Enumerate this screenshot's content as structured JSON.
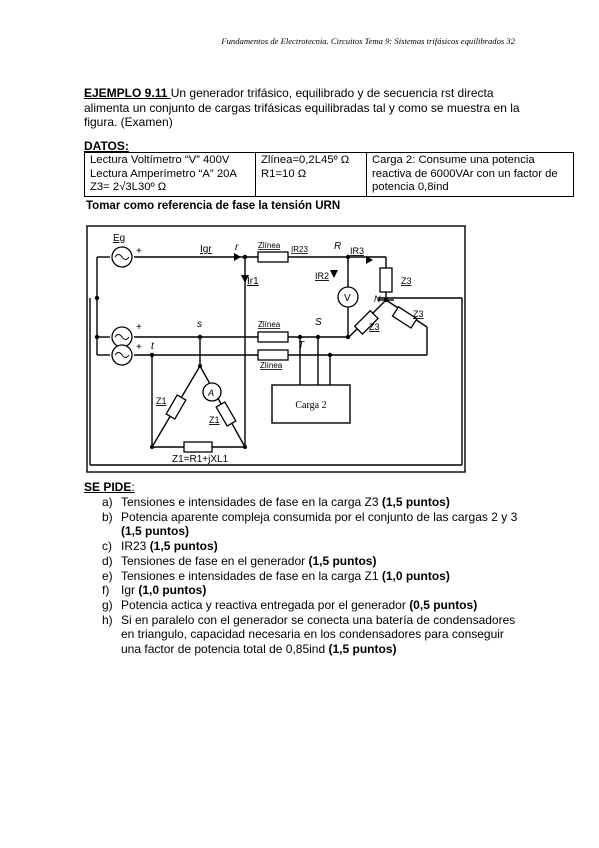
{
  "header": "Fundamentos de Electrotecnia. Circuitos Tema 9: Sistemas trifásicos equilibrados 32",
  "intro": {
    "example_label": "EJEMPLO 9.11 ",
    "text": "Un generador trifásico, equilibrado y de secuencia rst directa alimenta un conjunto de cargas trifásicas equilibradas tal y como se muestra en la figura. (Examen)"
  },
  "datos": {
    "title": "DATOS:",
    "col1": [
      "Lectura Voltímetro “V”  400V",
      "Lectura Amperímetro “A” 20A",
      "Z3= 2√3L30º Ω"
    ],
    "col2": [
      "Zlínea=0,2L45º Ω",
      "R1=10 Ω"
    ],
    "col3": [
      "Carga 2: Consume una potencia reactiva de 6000VAr con un factor de potencia 0,8ind"
    ]
  },
  "reference": "Tomar como referencia de fase la tensión URN",
  "circuit": {
    "eg": "Eg",
    "igr": "Igr",
    "ir1": "Ir1",
    "ir2": "IR2",
    "ir3": "IR3",
    "ir23": "IR23",
    "zlinea": "Zlínea",
    "z3": "Z3",
    "z1": "Z1",
    "node_r": "r",
    "node_s": "s",
    "node_t": "t",
    "node_R": "R",
    "node_S": "S",
    "node_T": "T",
    "node_N": "N",
    "voltmeter": "V",
    "ammeter": "A",
    "carga2": "Carga 2",
    "z1_formula": "Z1=R1+jXL1",
    "plus": "+"
  },
  "pide": {
    "title": "SE PIDE",
    "colon": ":",
    "items": [
      {
        "k": "a)",
        "t": "Tensiones e intensidades de fase en la carga Z3 ",
        "b": "(1,5 puntos)"
      },
      {
        "k": "b)",
        "t": "Potencia aparente compleja consumida por el conjunto de las cargas 2 y 3 ",
        "b": "(1,5 puntos)"
      },
      {
        "k": "c)",
        "t": "IR23 ",
        "b": " (1,5 puntos)"
      },
      {
        "k": "d)",
        "t": "Tensiones de fase en el generador ",
        "b": "(1,5 puntos)"
      },
      {
        "k": "e)",
        "t": "Tensiones e intensidades de fase en la carga Z1 ",
        "b": "(1,0 puntos)"
      },
      {
        "k": "f)",
        "t": "Igr ",
        "b": "(1,0 puntos)"
      },
      {
        "k": "g)",
        "t": "Potencia actica y reactiva entregada por el generador ",
        "b": "(0,5 puntos)"
      },
      {
        "k": "h)",
        "t": "Si en paralelo con el generador se conecta una batería de condensadores en triangulo,  capacidad necesaria en los condensadores para conseguir una factor de potencia total de 0,85ind ",
        "b": "(1,5 puntos)"
      }
    ]
  }
}
